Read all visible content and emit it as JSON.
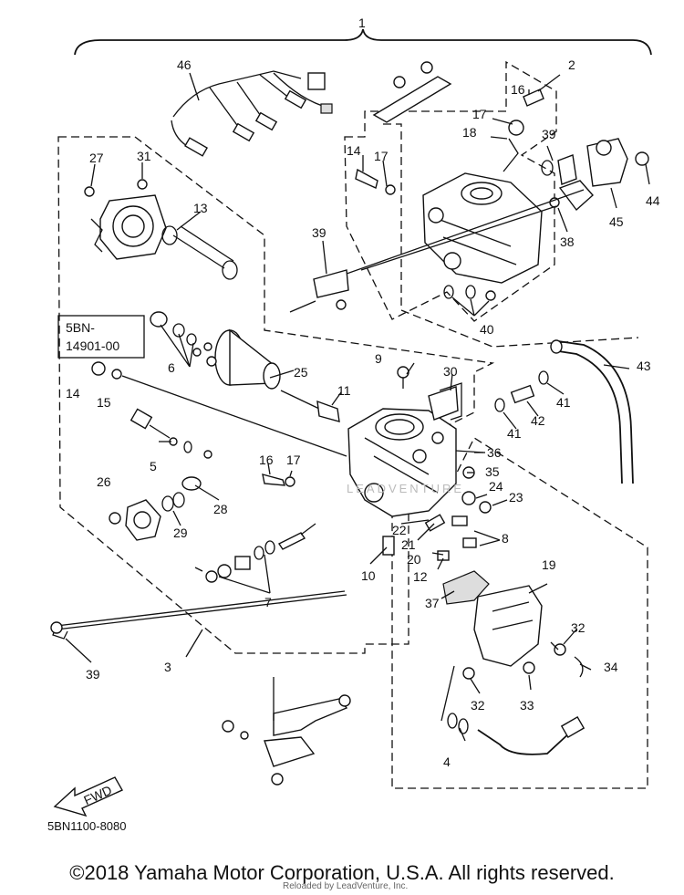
{
  "diagram": {
    "callouts": [
      {
        "id": "1",
        "label": "1"
      },
      {
        "id": "2",
        "label": "2"
      },
      {
        "id": "3",
        "label": "3"
      },
      {
        "id": "4",
        "label": "4"
      },
      {
        "id": "5",
        "label": "5"
      },
      {
        "id": "6",
        "label": "6"
      },
      {
        "id": "7",
        "label": "7"
      },
      {
        "id": "8",
        "label": "8"
      },
      {
        "id": "9",
        "label": "9"
      },
      {
        "id": "10",
        "label": "10"
      },
      {
        "id": "11",
        "label": "11"
      },
      {
        "id": "12",
        "label": "12"
      },
      {
        "id": "13",
        "label": "13"
      },
      {
        "id": "14a",
        "label": "14"
      },
      {
        "id": "14b",
        "label": "14"
      },
      {
        "id": "15",
        "label": "15"
      },
      {
        "id": "16a",
        "label": "16"
      },
      {
        "id": "16b",
        "label": "16"
      },
      {
        "id": "17a",
        "label": "17"
      },
      {
        "id": "17b",
        "label": "17"
      },
      {
        "id": "17c",
        "label": "17"
      },
      {
        "id": "18",
        "label": "18"
      },
      {
        "id": "19",
        "label": "19"
      },
      {
        "id": "20",
        "label": "20"
      },
      {
        "id": "21",
        "label": "21"
      },
      {
        "id": "22",
        "label": "22"
      },
      {
        "id": "23",
        "label": "23"
      },
      {
        "id": "24",
        "label": "24"
      },
      {
        "id": "25",
        "label": "25"
      },
      {
        "id": "26",
        "label": "26"
      },
      {
        "id": "27",
        "label": "27"
      },
      {
        "id": "28",
        "label": "28"
      },
      {
        "id": "29",
        "label": "29"
      },
      {
        "id": "30",
        "label": "30"
      },
      {
        "id": "31",
        "label": "31"
      },
      {
        "id": "32a",
        "label": "32"
      },
      {
        "id": "32b",
        "label": "32"
      },
      {
        "id": "33",
        "label": "33"
      },
      {
        "id": "34",
        "label": "34"
      },
      {
        "id": "35",
        "label": "35"
      },
      {
        "id": "36",
        "label": "36"
      },
      {
        "id": "37",
        "label": "37"
      },
      {
        "id": "38",
        "label": "38"
      },
      {
        "id": "39a",
        "label": "39"
      },
      {
        "id": "39b",
        "label": "39"
      },
      {
        "id": "39c",
        "label": "39"
      },
      {
        "id": "40",
        "label": "40"
      },
      {
        "id": "41a",
        "label": "41"
      },
      {
        "id": "41b",
        "label": "41"
      },
      {
        "id": "42",
        "label": "42"
      },
      {
        "id": "43",
        "label": "43"
      },
      {
        "id": "44",
        "label": "44"
      },
      {
        "id": "45",
        "label": "45"
      },
      {
        "id": "46",
        "label": "46"
      }
    ],
    "model_box": {
      "line1": "5BN-",
      "line2": "14901-00"
    },
    "fwd_label": "FWD",
    "watermark_center": "LEADVENTURE",
    "catalog_code": "5BN1100-8080"
  },
  "footer": {
    "copyright": "©2018 Yamaha Motor Corporation, U.S.A. All rights reserved.",
    "reload_watermark": "Reloaded by LeadVenture, Inc."
  }
}
